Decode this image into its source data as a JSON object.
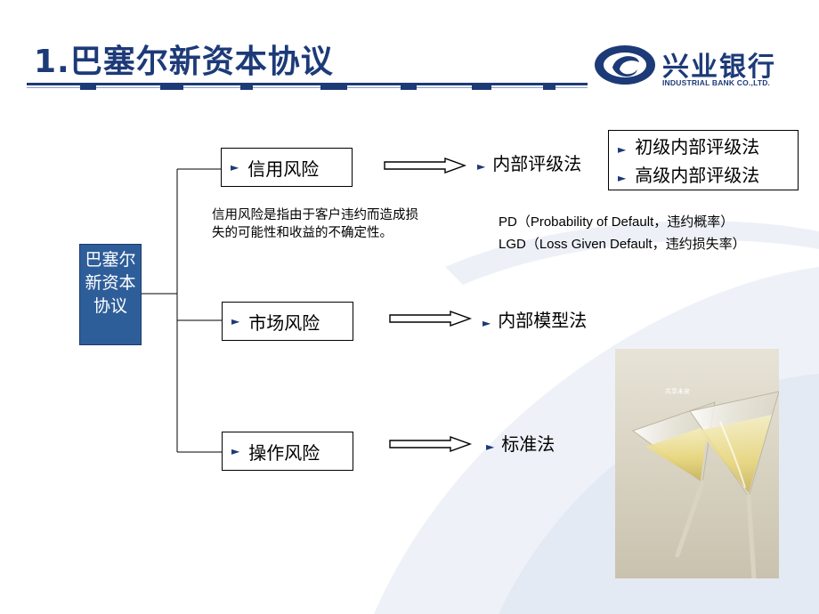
{
  "title": "1.巴塞尔新资本协议",
  "logo": {
    "name": "兴业银行",
    "english": "INDUSTRIAL BANK CO.,LTD."
  },
  "root": {
    "label": "巴塞尔新资本协议"
  },
  "risks": [
    {
      "label": "信用风险",
      "method": "内部评级法"
    },
    {
      "label": "市场风险",
      "method": "内部模型法"
    },
    {
      "label": "操作风险",
      "method": "标准法"
    }
  ],
  "irb_methods": [
    "初级内部评级法",
    "高级内部评级法"
  ],
  "credit_risk_definition": "信用风险是指由于客户违约而造成损失的可能性和收益的不确定性。",
  "parameters": [
    "PD（Probability of Default，违约概率）",
    "LGD（Loss Given Default，违约损失率）"
  ],
  "photo": {
    "caption": "共享未来"
  },
  "colors": {
    "brand": "#1d3a78",
    "root_fill": "#2e5e99"
  }
}
